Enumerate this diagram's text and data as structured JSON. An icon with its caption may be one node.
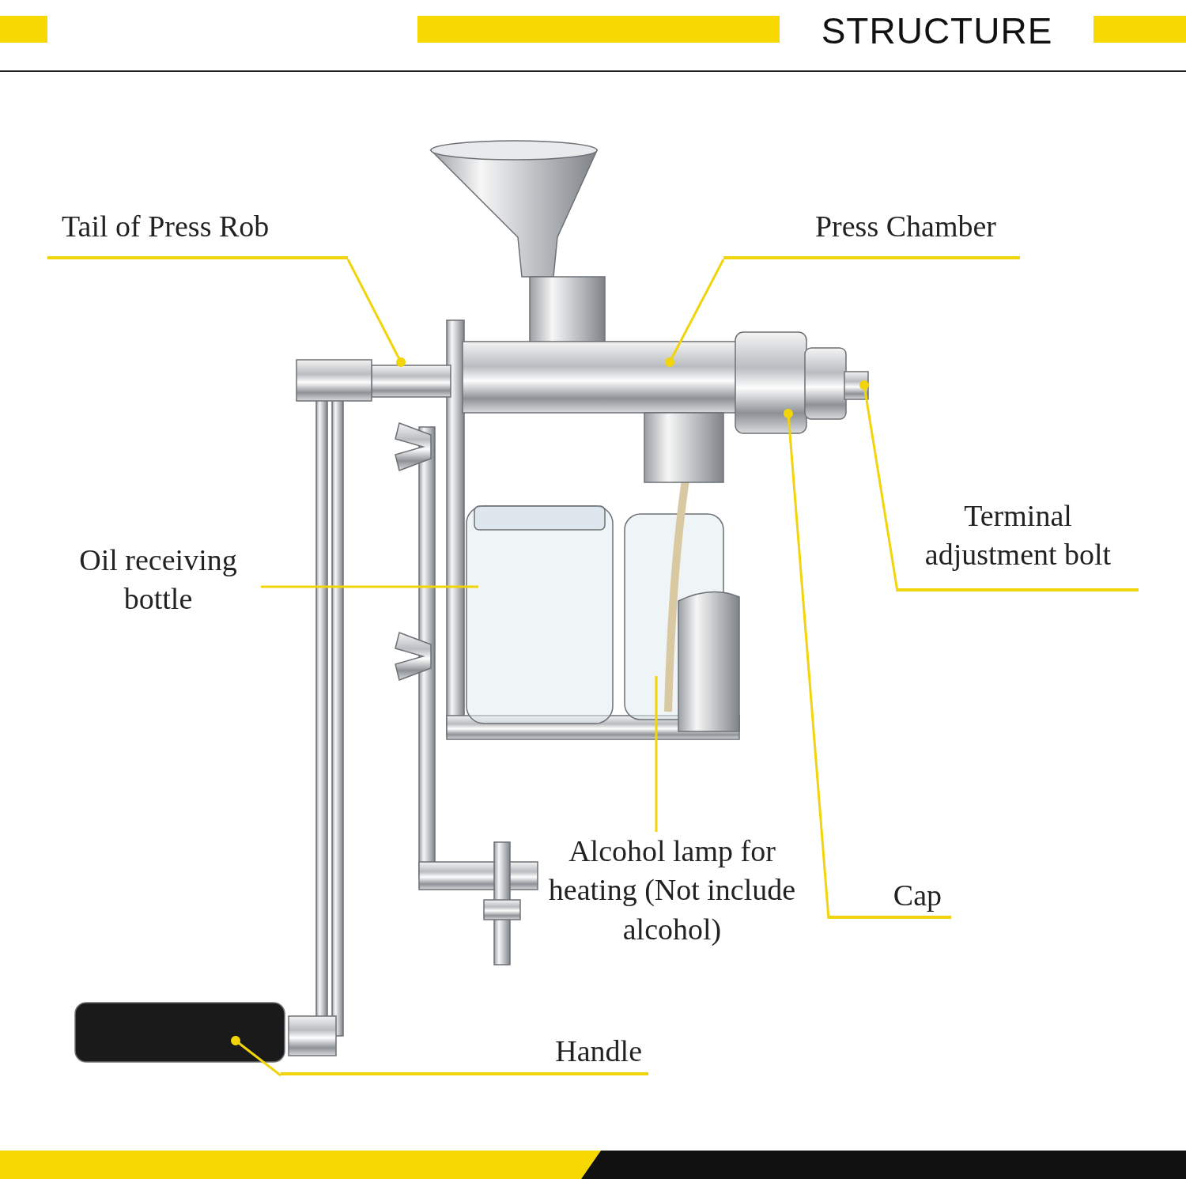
{
  "diagram": {
    "title": "STRUCTURE",
    "nodes": [
      {
        "text": [
          "Tail of Press Rob"
        ]
      },
      {
        "text": [
          "Press Chamber"
        ]
      },
      {
        "text": [
          "Oil receiving bottle"
        ]
      },
      {
        "text": [
          "Terminal adjustment bolt"
        ]
      },
      {
        "text": [
          "Alcohol lamp for heating (Not include alcohol)"
        ]
      },
      {
        "text": [
          "Cap"
        ]
      },
      {
        "text": [
          "Handle"
        ]
      }
    ],
    "edges": [
      {
        "from": 0,
        "to": null,
        "arrow": "other"
      },
      {
        "from": 1,
        "to": null,
        "arrow": "other"
      },
      {
        "from": 2,
        "to": null,
        "arrow": "none"
      },
      {
        "from": 3,
        "to": null,
        "arrow": "other"
      },
      {
        "from": 4,
        "to": null,
        "arrow": "none"
      },
      {
        "from": 5,
        "to": null,
        "arrow": "other"
      },
      {
        "from": 6,
        "to": null,
        "arrow": "other"
      }
    ]
  }
}
